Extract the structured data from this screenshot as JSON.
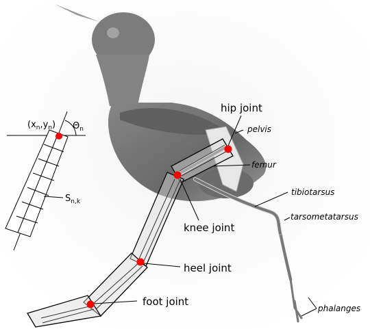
{
  "figure": {
    "accent_color": "#ff0000",
    "line_color": "#000000",
    "joints": [
      {
        "key": "hip",
        "label": "hip joint"
      },
      {
        "key": "knee",
        "label": "knee joint"
      },
      {
        "key": "heel",
        "label": "heel joint"
      },
      {
        "key": "foot",
        "label": "foot joint"
      }
    ],
    "bones": [
      {
        "key": "pelvis",
        "label": "pelvis"
      },
      {
        "key": "femur",
        "label": "femur"
      },
      {
        "key": "tibiotarsus",
        "label": "tibiotarsus"
      },
      {
        "key": "tarsometatarsus",
        "label": "tarsometatarsus"
      },
      {
        "key": "phalanges",
        "label": "phalanges"
      }
    ],
    "segment_schematic": {
      "coord_label": {
        "open": "(x",
        "sub1": "n",
        "comma": ",y",
        "sub2": "n",
        "close": ")"
      },
      "angle_label": {
        "main": "Θ",
        "sub": "n"
      },
      "cell_label": {
        "main": "S",
        "sub": "n,k"
      }
    }
  }
}
